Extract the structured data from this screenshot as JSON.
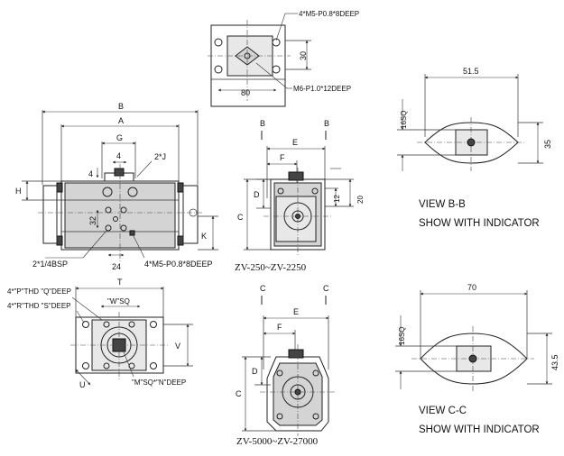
{
  "top_view": {
    "note_top": "4*M5-P0.8*8DEEP",
    "dim_width": "80",
    "dim_height": "30",
    "note_bottom": "M6-P1.0*12DEEP"
  },
  "front_view": {
    "dim_B": "B",
    "dim_A": "A",
    "dim_G": "G",
    "dim_4_top": "4",
    "dim_2J": "2*J",
    "dim_4_side": "4",
    "dim_H": "H",
    "dim_32": "32",
    "dim_K": "K",
    "dim_24": "24",
    "note_bsp": "2*1/4BSP",
    "note_m5": "4*M5-P0.8*8DEEP"
  },
  "side_view_1": {
    "section_B_left": "B",
    "section_B_right": "B",
    "dim_E": "E",
    "dim_F": "F",
    "dim_D": "D",
    "dim_C": "C",
    "dim_12": "12",
    "dim_20": "20",
    "caption": "ZV-250~ZV-2250"
  },
  "view_bb": {
    "dim_width": "51.5",
    "dim_square": "16SQ",
    "dim_height": "35",
    "title": "VIEW B-B",
    "subtitle": "SHOW WITH INDICATOR"
  },
  "bottom_view": {
    "dim_T": "T",
    "note_p": "4*\"P\"THD \"Q\"DEEP",
    "note_r": "4*\"R\"THD \"S\"DEEP",
    "note_w": "\"W\"SQ",
    "dim_V": "V",
    "dim_U": "U",
    "note_m": "\"M\"SQ*\"N\"DEEP"
  },
  "side_view_2": {
    "section_C_left": "C",
    "section_C_right": "C",
    "dim_E": "E",
    "dim_F": "F",
    "dim_D": "D",
    "dim_C": "C",
    "caption": "ZV-5000~ZV-27000"
  },
  "view_cc": {
    "dim_width": "70",
    "dim_square": "16SQ",
    "dim_height": "43.5",
    "title": "VIEW C-C",
    "subtitle": "SHOW WITH INDICATOR"
  }
}
